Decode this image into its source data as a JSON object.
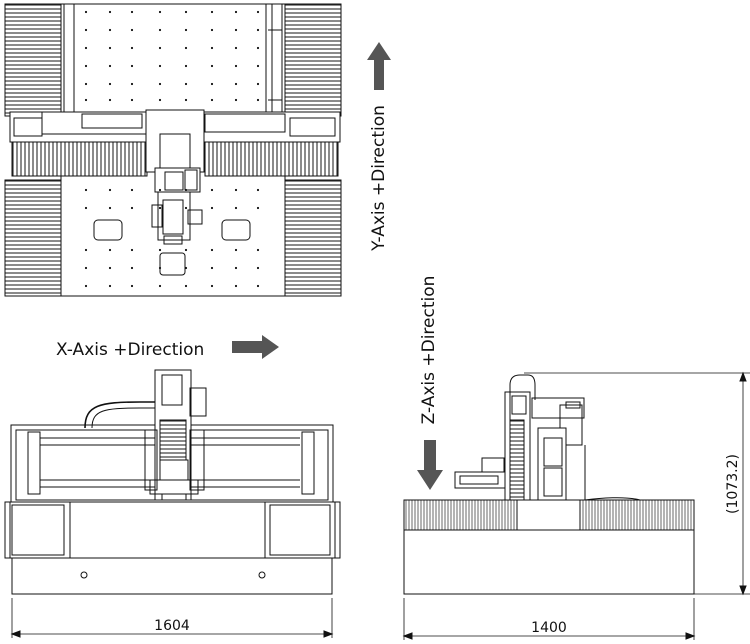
{
  "labels": {
    "x_axis": "X-Axis +Direction",
    "y_axis": "Y-Axis +Direction",
    "z_axis": "Z-Axis +Direction"
  },
  "dimensions": {
    "front_width": "1604",
    "side_width": "1400",
    "side_height": "(1073.2)"
  },
  "colors": {
    "line": "#111111",
    "arrow": "#555555",
    "bellows": "#2a2a2a"
  }
}
